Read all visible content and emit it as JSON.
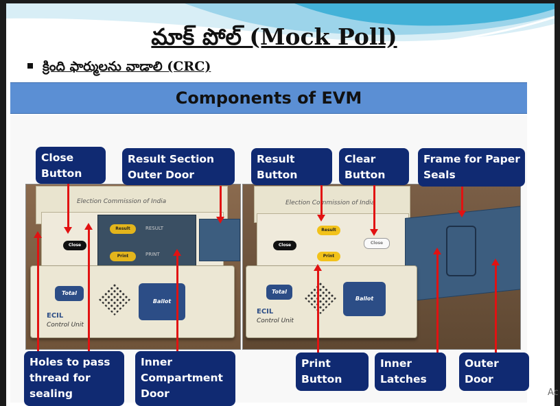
{
  "header": {
    "title": "మాక్ పోల్ (Mock Poll)",
    "bullet": "క్రింది ఫార్ములను వాడాలి (CRC)",
    "banner": "Components of EVM"
  },
  "photo_left": {
    "eci_text": "Election Commission of India",
    "close_label": "Close",
    "result_label": "Result",
    "print_label": "Print",
    "result_text": "RESULT",
    "print_text": "PRINT",
    "total_label": "Total",
    "ballot_label": "Ballot",
    "logo_text": "ECIL",
    "control_unit": "Control Unit"
  },
  "photo_right": {
    "eci_text": "Election Commission of India",
    "close_label": "Close",
    "result_label": "Result",
    "print_label": "Print",
    "clear_label": "Close",
    "total_label": "Total",
    "ballot_label": "Ballot",
    "logo_text": "ECIL",
    "control_unit": "Control Unit"
  },
  "labels": {
    "close_button": [
      "Close",
      "Button"
    ],
    "result_section_outer_door": [
      "Result Section",
      "Outer Door"
    ],
    "result_button": [
      "Result",
      "Button"
    ],
    "clear_button": [
      "Clear",
      "Button"
    ],
    "frame_for_paper_seals": [
      "Frame for Paper",
      "Seals"
    ],
    "holes": [
      "Holes to pass",
      "thread for",
      "sealing"
    ],
    "inner_compartment_door": [
      "Inner",
      "Compartment",
      "Door"
    ],
    "print_button": [
      "Print",
      "Button"
    ],
    "inner_latches": [
      "Inner",
      "Latches"
    ],
    "outer_door": [
      "Outer",
      "Door"
    ]
  },
  "watermark": "Ac",
  "colors": {
    "banner": "#5b8fd4",
    "label_bg": "#102a72",
    "arrow": "#e11212",
    "result_button": "#f2c21a",
    "total_ballot_buttons": "#2c4d86"
  }
}
